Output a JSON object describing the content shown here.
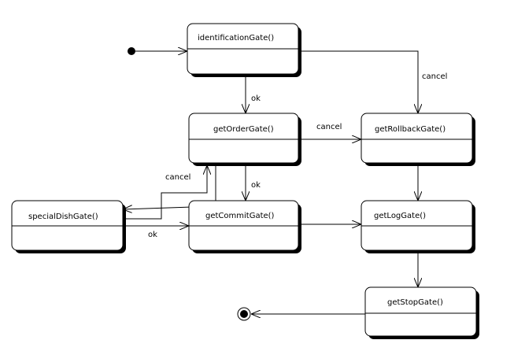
{
  "states": {
    "identification": "identificationGate()",
    "order": "getOrderGate()",
    "rollback": "getRollbackGate()",
    "special": "specialDishGate()",
    "commit": "getCommitGate()",
    "log": "getLogGate()",
    "stop": "getStopGate()"
  },
  "transitions": {
    "ident_order": "ok",
    "ident_rollback": "cancel",
    "order_rollback": "cancel",
    "order_commit": "ok",
    "order_special": "cancel",
    "special_commit": "ok"
  }
}
